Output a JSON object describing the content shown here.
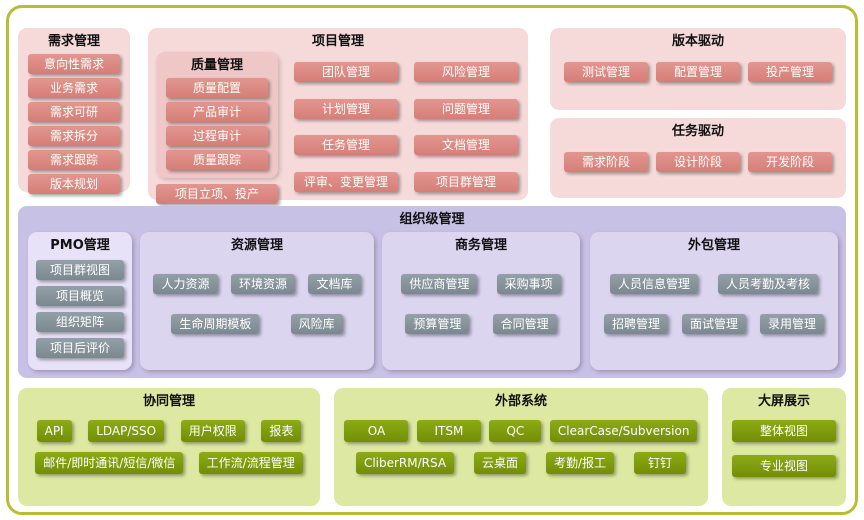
{
  "requirements": {
    "title": "需求管理",
    "items": [
      "意向性需求",
      "业务需求",
      "需求可研",
      "需求拆分",
      "需求跟踪",
      "版本规划"
    ]
  },
  "project": {
    "title": "项目管理",
    "quality": {
      "title": "质量管理",
      "items": [
        "质量配置",
        "产品审计",
        "过程审计",
        "质量跟踪"
      ]
    },
    "initiation": "项目立项、投产",
    "middle_column": [
      "团队管理",
      "计划管理",
      "任务管理",
      "评审、变更管理"
    ],
    "right_column": [
      "风险管理",
      "问题管理",
      "文档管理",
      "项目群管理"
    ]
  },
  "version_driven": {
    "title": "版本驱动",
    "items": [
      "测试管理",
      "配置管理",
      "投产管理"
    ]
  },
  "task_driven": {
    "title": "任务驱动",
    "items": [
      "需求阶段",
      "设计阶段",
      "开发阶段"
    ]
  },
  "organization": {
    "title": "组织级管理",
    "pmo": {
      "title": "PMO管理",
      "items": [
        "项目群视图",
        "项目概览",
        "组织矩阵",
        "项目后评价"
      ]
    },
    "resource": {
      "title": "资源管理",
      "row1": [
        "人力资源",
        "环境资源",
        "文档库"
      ],
      "row2": [
        "生命周期模板",
        "风险库"
      ]
    },
    "business": {
      "title": "商务管理",
      "row1": [
        "供应商管理",
        "采购事项"
      ],
      "row2": [
        "预算管理",
        "合同管理"
      ]
    },
    "outsourcing": {
      "title": "外包管理",
      "row1": [
        "人员信息管理",
        "人员考勤及考核"
      ],
      "row2": [
        "招聘管理",
        "面试管理",
        "录用管理"
      ]
    }
  },
  "collaboration": {
    "title": "协同管理",
    "row1": [
      "API",
      "LDAP/SSO",
      "用户权限",
      "报表"
    ],
    "row2": [
      "邮件/即时通讯/短信/微信",
      "工作流/流程管理"
    ]
  },
  "external_systems": {
    "title": "外部系统",
    "row1": [
      "OA",
      "ITSM",
      "QC",
      "ClearCase/Subversion"
    ],
    "row2": [
      "CliberRM/RSA",
      "云桌面",
      "考勤/报工",
      "钉钉"
    ]
  },
  "big_screen": {
    "title": "大屏展示",
    "items": [
      "整体视图",
      "专业视图"
    ]
  },
  "colors": {
    "frame_border": "#b9bd33",
    "panel_pink": "#f6dada",
    "panel_pink_inner": "#f0c7c7",
    "button_rose": "#d98680",
    "panel_purple": "#c8c1e6",
    "panel_purple_sub": "#dbd5f0",
    "button_gray": "#87929b",
    "panel_green": "#dde9a2",
    "button_green": "#7f9d0d"
  }
}
